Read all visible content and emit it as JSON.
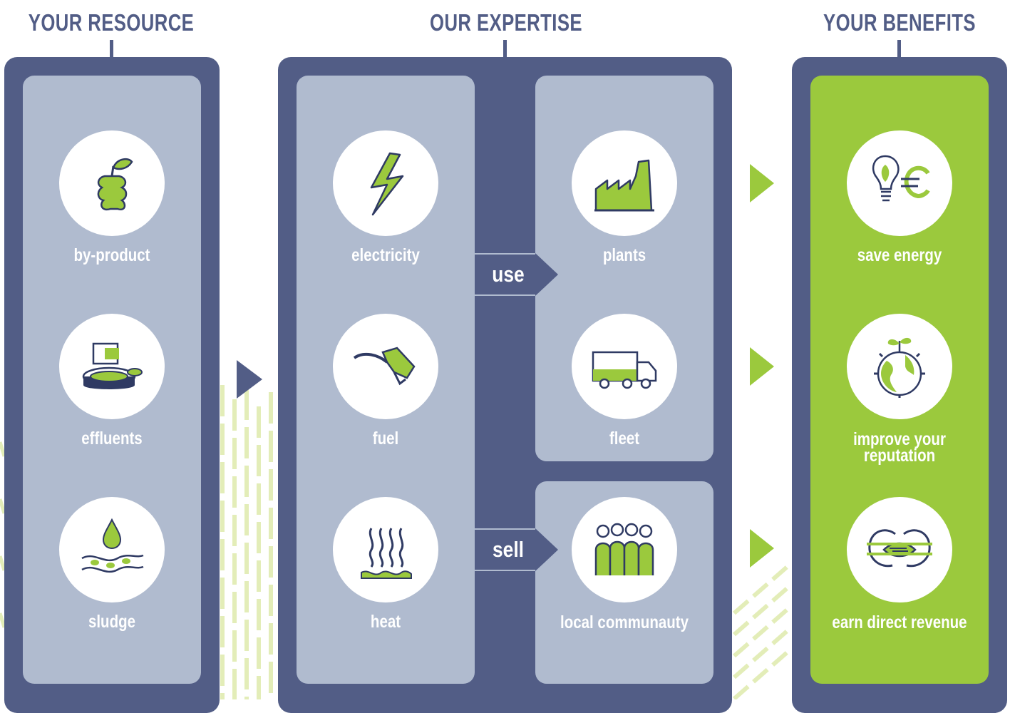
{
  "columns": {
    "resource": {
      "heading": "YOUR RESOURCE",
      "items": [
        {
          "label": "by-product",
          "icon": "apple-core-icon"
        },
        {
          "label": "effluents",
          "icon": "treatment-plant-icon"
        },
        {
          "label": "sludge",
          "icon": "sludge-drop-icon"
        }
      ]
    },
    "expertise": {
      "heading": "OUR EXPERTISE",
      "outputs": [
        {
          "label": "electricity",
          "icon": "lightning-bolt-icon"
        },
        {
          "label": "fuel",
          "icon": "fuel-nozzle-icon"
        },
        {
          "label": "heat",
          "icon": "heat-waves-icon"
        }
      ],
      "use_label": "use",
      "sell_label": "sell",
      "use_targets": [
        {
          "label": "plants",
          "icon": "factory-icon"
        },
        {
          "label": "fleet",
          "icon": "truck-icon"
        }
      ],
      "sell_targets": [
        {
          "label": "local communauty",
          "icon": "people-group-icon"
        }
      ]
    },
    "benefits": {
      "heading": "YOUR BENEFITS",
      "items": [
        {
          "label": "save energy",
          "icon": "bulb-euro-icon"
        },
        {
          "label": "improve your reputation",
          "icon": "globe-sprout-icon"
        },
        {
          "label": "earn direct revenue",
          "icon": "handshake-euro-icon"
        }
      ]
    }
  },
  "colors": {
    "navy": "#525d86",
    "panel": "#b0bbcf",
    "green": "#9bc93d",
    "pale_green": "#dfeaae"
  }
}
